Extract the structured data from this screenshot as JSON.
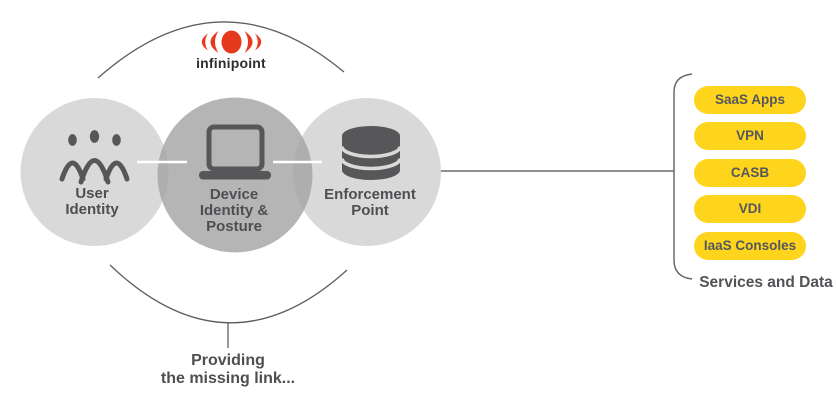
{
  "brand": {
    "name": "infinipoint",
    "logo_icon": "infinipoint-sonar-icon"
  },
  "nodes": [
    {
      "id": "user-identity",
      "label": "User Identity",
      "icon": "people-icon"
    },
    {
      "id": "device-identity",
      "label": "Device Identity & Posture",
      "icon": "laptop-icon"
    },
    {
      "id": "enforcement-point",
      "label": "Enforcement Point",
      "icon": "database-icon"
    }
  ],
  "services": {
    "label": "Services and Data",
    "items": [
      "SaaS Apps",
      "VPN",
      "CASB",
      "VDI",
      "IaaS Consoles"
    ]
  },
  "caption": {
    "line1": "Providing",
    "line2": "the missing link..."
  },
  "colors": {
    "accent_red": "#e63a1f",
    "accent_yellow": "#ffd41d",
    "circle_light": "#d9d9d9",
    "circle_mid_overlay": "#a2a2a2",
    "icon_ink": "#57575a",
    "text_ink": "#4d4f52",
    "line": "#5f5f61"
  }
}
